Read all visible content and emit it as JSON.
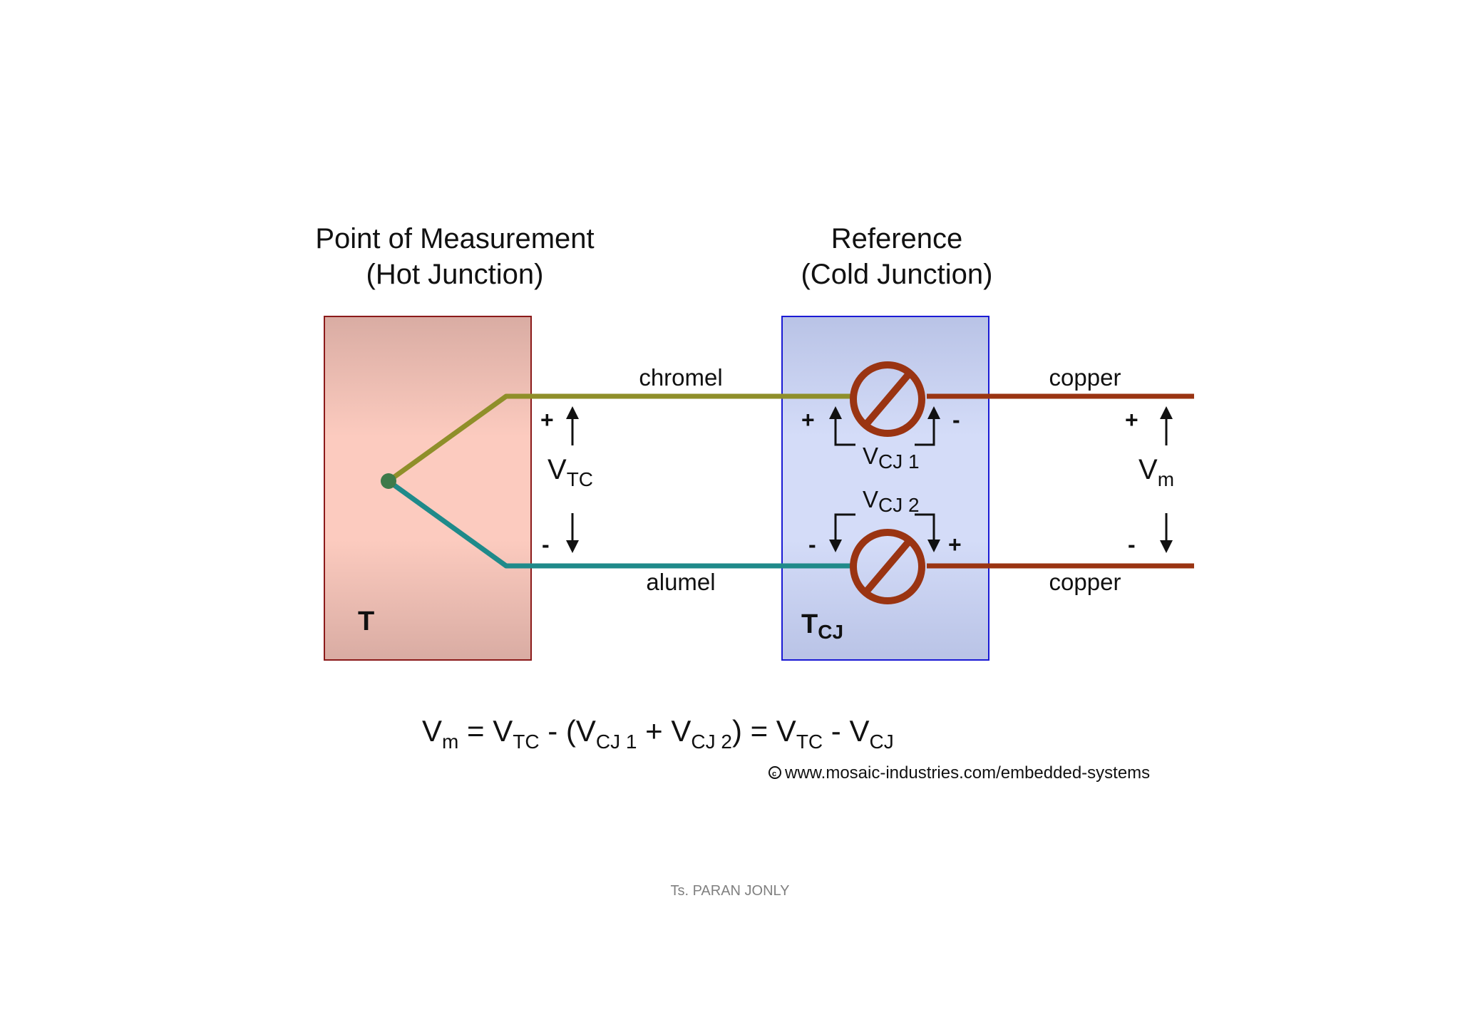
{
  "hot_junction": {
    "title_line1": "Point of Measurement",
    "title_line2": "(Hot Junction)",
    "box_label": "T"
  },
  "cold_junction": {
    "title_line1": "Reference",
    "title_line2": "(Cold Junction)",
    "box_label_main": "T",
    "box_label_sub": "CJ"
  },
  "wires": {
    "top_label": "chromel",
    "bottom_label": "alumel",
    "copper_top_label": "copper",
    "copper_bottom_label": "copper"
  },
  "voltages": {
    "vtc_main": "V",
    "vtc_sub": "TC",
    "vcj1_main": "V",
    "vcj1_sub": "CJ 1",
    "vcj2_main": "V",
    "vcj2_sub": "CJ 2",
    "vm_main": "V",
    "vm_sub": "m",
    "plus": "+",
    "minus": "-"
  },
  "equation": {
    "v": "V",
    "m": "m",
    "eq": " = ",
    "tc": "TC",
    "minus_open": " - (",
    "cj1": "CJ 1",
    "plus": " + ",
    "cj2": "CJ 2",
    "close_eq": ") = ",
    "minus": " - ",
    "cj": "CJ"
  },
  "copyright": "www.mosaic-industries.com/embedded-systems",
  "footer": "Ts. PARAN JONLY",
  "colors": {
    "hot_box_top": "#d9aca3",
    "hot_box_mid": "#fccbbf",
    "hot_box_border": "#8b1a1a",
    "cold_box_top": "#b9c3e6",
    "cold_box_mid": "#d4dcf8",
    "cold_box_border": "#1a1ad4",
    "chromel": "#8f8f2a",
    "alumel": "#1f8a8a",
    "copper": "#9a3412",
    "junction_dot": "#3d7a4a"
  }
}
